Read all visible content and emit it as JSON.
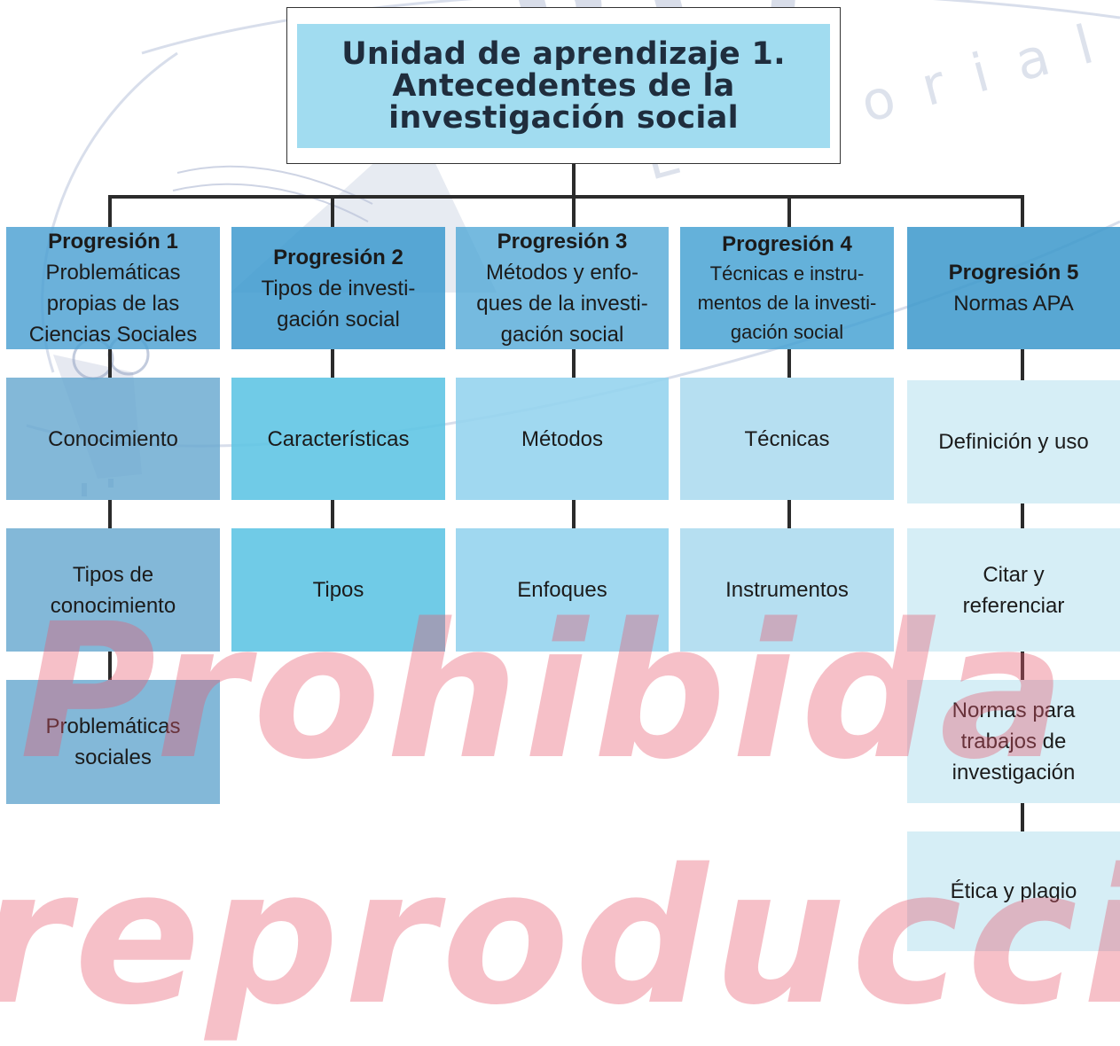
{
  "watermarks": {
    "publisher_word": "PLANEA",
    "publisher_sub": "Editorial",
    "line_1": "Prohibida su",
    "line_2": "reproducción"
  },
  "colors": {
    "title_fill": "#7dceea",
    "progression_header": "#3a98ce",
    "column_1": "#68a8d0",
    "column_2": "#60c5e4",
    "column_3": "#96d4ee",
    "column_4": "#b0dcf0",
    "column_5": "#d2ecf5",
    "watermark_red": "#e85a6e"
  },
  "title": {
    "line_1": "Unidad de aprendizaje 1.",
    "line_2": "Antecedentes de la",
    "line_3": "investigación social"
  },
  "progressions": [
    {
      "heading": "Progresión 1",
      "subtitle_lines": [
        "Problemáticas",
        "propias de las",
        "Ciencias Sociales"
      ],
      "topics": [
        {
          "lines": [
            "Conocimiento"
          ]
        },
        {
          "lines": [
            "Tipos de",
            "conocimiento"
          ]
        },
        {
          "lines": [
            "Problemáticas",
            "sociales"
          ]
        }
      ]
    },
    {
      "heading": "Progresión 2",
      "subtitle_lines": [
        "Tipos de investi-",
        "gación social"
      ],
      "topics": [
        {
          "lines": [
            "Características"
          ]
        },
        {
          "lines": [
            "Tipos"
          ]
        }
      ]
    },
    {
      "heading": "Progresión 3",
      "subtitle_lines": [
        "Métodos y enfo-",
        "ques de la investi-",
        "gación social"
      ],
      "topics": [
        {
          "lines": [
            "Métodos"
          ]
        },
        {
          "lines": [
            "Enfoques"
          ]
        }
      ]
    },
    {
      "heading": "Progresión 4",
      "subtitle_lines": [
        "Técnicas e instru-",
        "mentos de la investi-",
        "gación social"
      ],
      "topics": [
        {
          "lines": [
            "Técnicas"
          ]
        },
        {
          "lines": [
            "Instrumentos"
          ]
        }
      ]
    },
    {
      "heading": "Progresión 5",
      "subtitle_lines": [
        "Normas APA"
      ],
      "topics": [
        {
          "lines": [
            "Definición y uso"
          ]
        },
        {
          "lines": [
            "Citar y",
            "referenciar"
          ]
        },
        {
          "lines": [
            "Normas para",
            "trabajos de",
            "investigación"
          ]
        },
        {
          "lines": [
            "Ética y plagio"
          ]
        }
      ]
    }
  ]
}
